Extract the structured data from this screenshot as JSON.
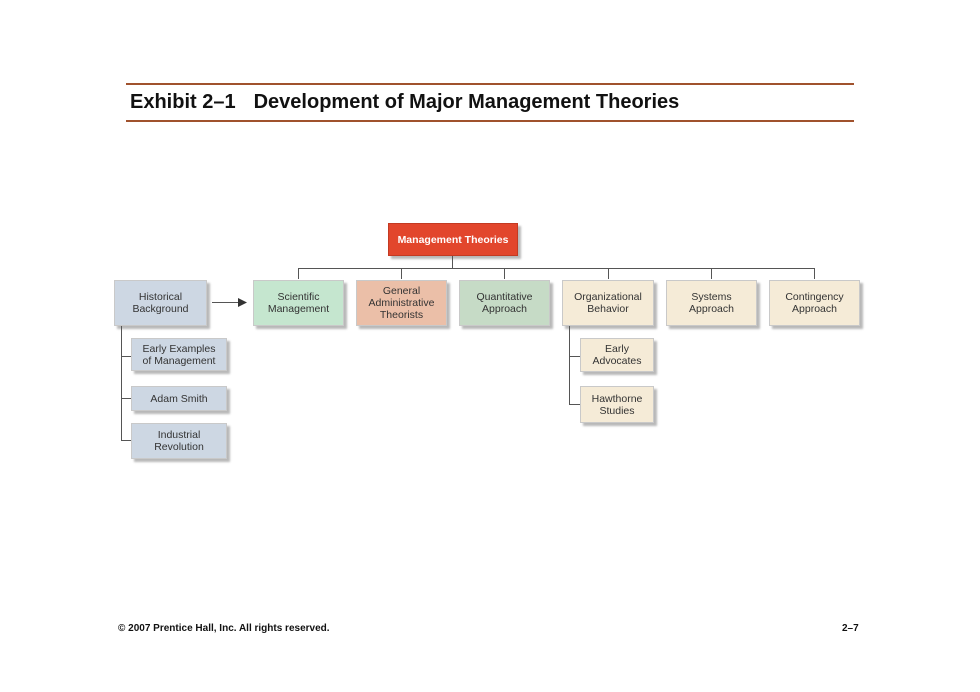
{
  "title": {
    "exhibit": "Exhibit 2–1",
    "text": "Development of Major Management Theories"
  },
  "root": "Management Theories",
  "historical": "Historical\nBackground",
  "historical_children": [
    "Early Examples\nof Management",
    "Adam Smith",
    "Industrial\nRevolution"
  ],
  "approaches": [
    "Scientific\nManagement",
    "General\nAdministrative\nTheorists",
    "Quantitative\nApproach",
    "Organizational\nBehavior",
    "Systems\nApproach",
    "Contingency\nApproach"
  ],
  "ob_children": [
    "Early\nAdvocates",
    "Hawthorne\nStudies"
  ],
  "footer": {
    "copyright": "© 2007 Prentice Hall, Inc. All rights reserved.",
    "page": "2–7"
  },
  "colors": {
    "root": "#e2462c",
    "historical": "#cdd7e3",
    "scientific": "#c5e6cf",
    "general": "#ebbfa8",
    "quantitative": "#c6dbc6",
    "cream": "#f5ebd7",
    "rule": "#a0522d"
  }
}
